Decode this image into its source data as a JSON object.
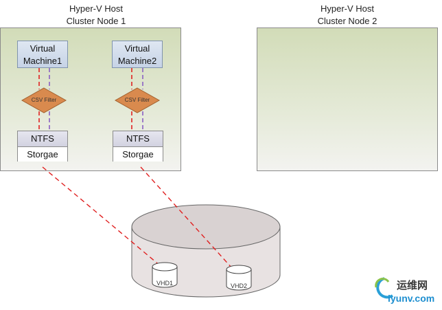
{
  "nodes": [
    {
      "title_line1": "Hyper-V Host",
      "title_line2": "Cluster Node 1"
    },
    {
      "title_line1": "Hyper-V Host",
      "title_line2": "Cluster Node 2"
    }
  ],
  "vms": [
    {
      "line1": "Virtual",
      "line2": "Machine1"
    },
    {
      "line1": "Virtual",
      "line2": "Machine2"
    }
  ],
  "filters": [
    {
      "label": "CSV Filter"
    },
    {
      "label": "CSV Filter"
    }
  ],
  "storage_stacks": [
    {
      "top": "NTFS",
      "bottom": "Storgae"
    },
    {
      "top": "NTFS",
      "bottom": "Storgae"
    }
  ],
  "disks": [
    {
      "label": "VHD1"
    },
    {
      "label": "VHD2"
    }
  ],
  "colors": {
    "red_path": "#e02020",
    "purple_path": "#8a5fc4",
    "filter_fill": "#d98a4e",
    "cylinder": "#e8e2e2"
  },
  "watermark": {
    "text_cn": "运维网",
    "text_url": "iyunv.com"
  }
}
